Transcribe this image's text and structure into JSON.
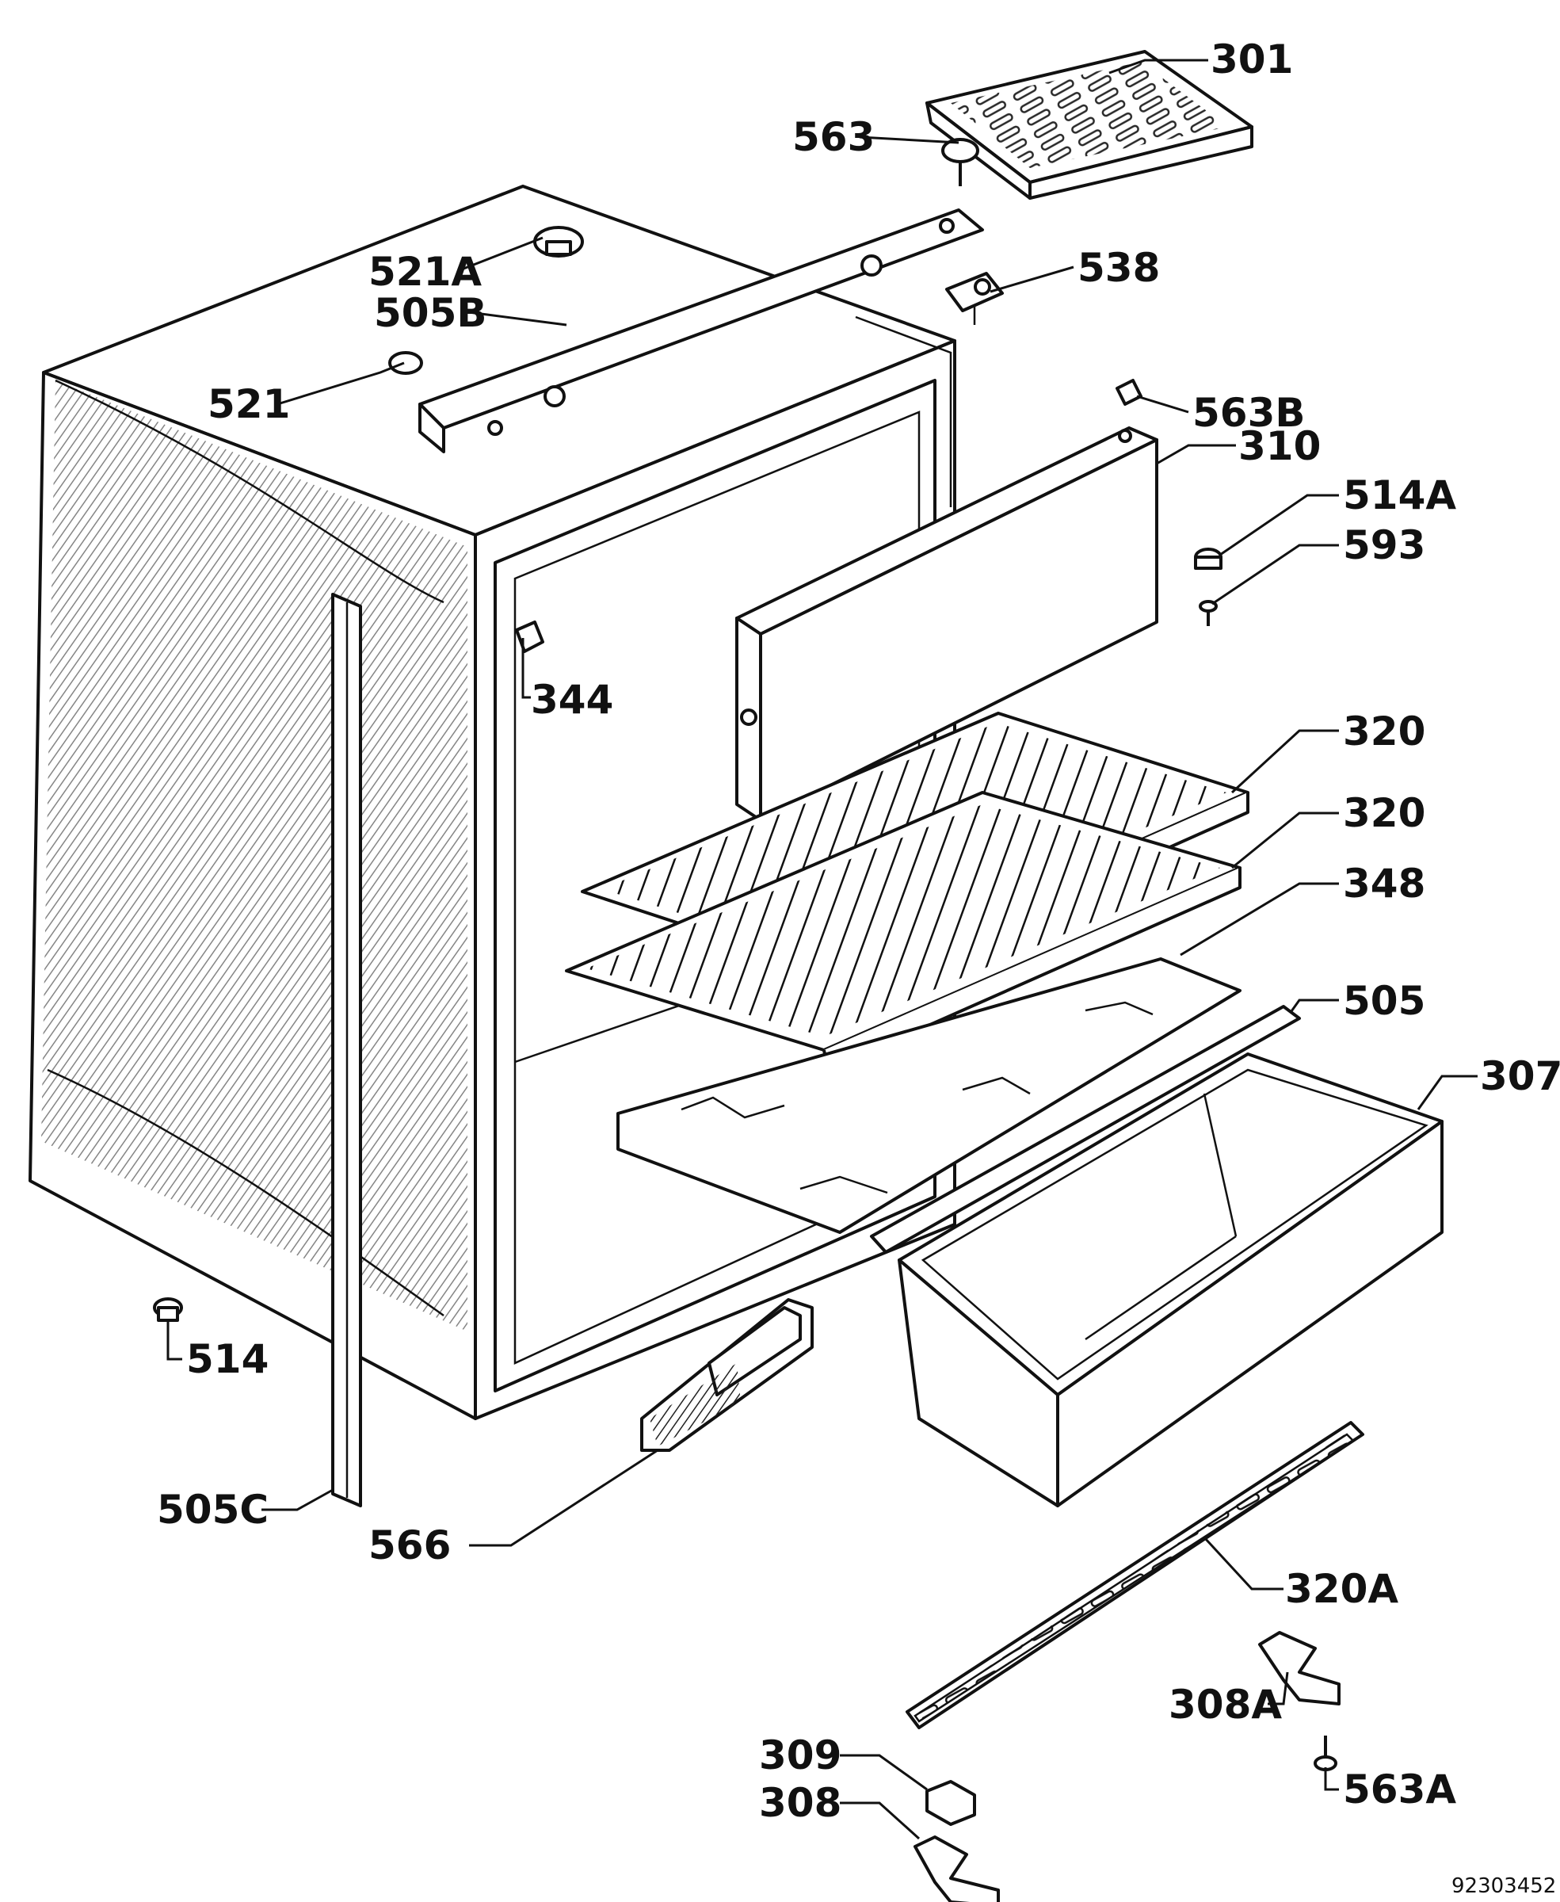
{
  "doc_id": "92303452",
  "labels": {
    "301": "301",
    "563": "563",
    "521A": "521A",
    "538": "538",
    "505B": "505B",
    "521": "521",
    "563B": "563B",
    "310": "310",
    "514A": "514A",
    "593": "593",
    "344": "344",
    "320_upper": "320",
    "320_lower": "320",
    "348": "348",
    "505": "505",
    "307": "307",
    "514": "514",
    "505C": "505C",
    "566": "566",
    "320A": "320A",
    "308A": "308A",
    "309": "309",
    "308": "308",
    "563A": "563A"
  }
}
